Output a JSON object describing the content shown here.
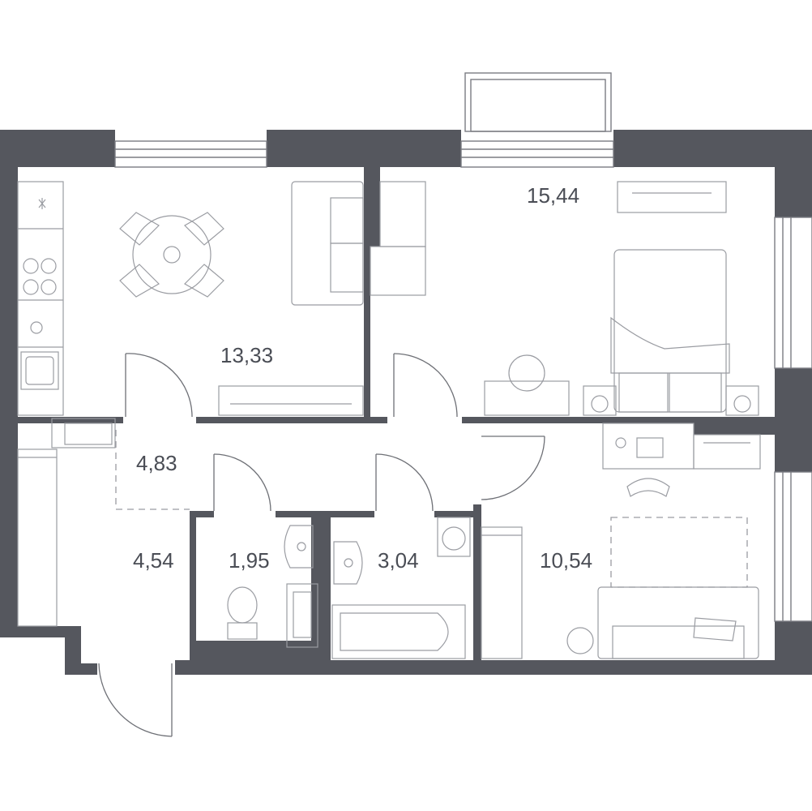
{
  "rooms": [
    {
      "id": "kitchen-living",
      "area": "13,33"
    },
    {
      "id": "bedroom-large",
      "area": "15,44"
    },
    {
      "id": "hall",
      "area": "4,83"
    },
    {
      "id": "entrance",
      "area": "4,54"
    },
    {
      "id": "toilet",
      "area": "1,95"
    },
    {
      "id": "bathroom",
      "area": "3,04"
    },
    {
      "id": "bedroom-small",
      "area": "10,54"
    }
  ],
  "colors": {
    "wall": "#55575e",
    "line": "#9a9ca2",
    "text": "#4a4d55"
  }
}
